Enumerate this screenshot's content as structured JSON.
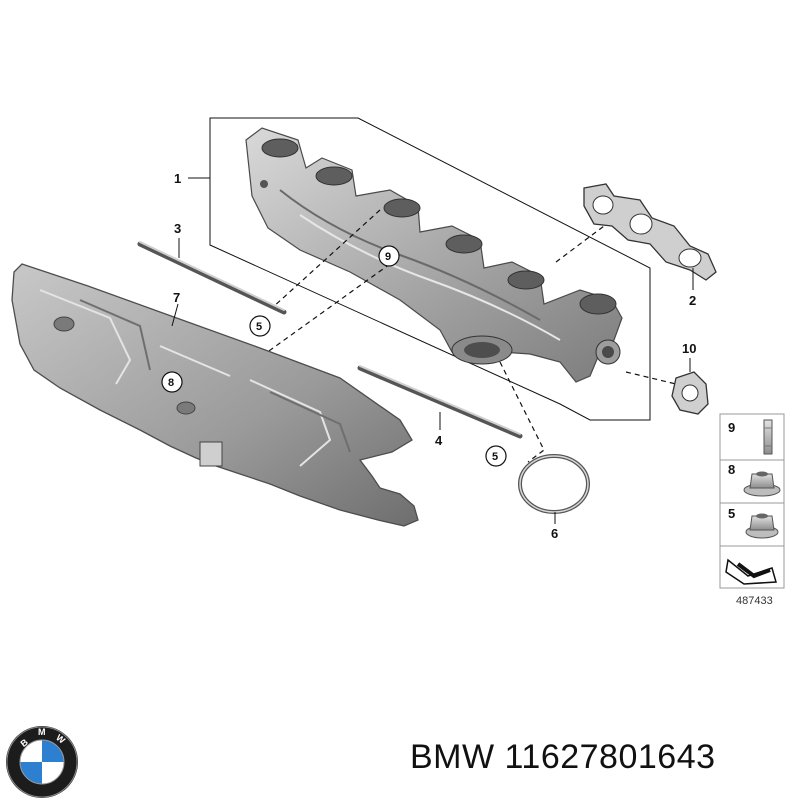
{
  "callouts": {
    "c1": "1",
    "c2": "2",
    "c3": "3",
    "c4": "4",
    "c5a": "5",
    "c5b": "5",
    "c6": "6",
    "c7": "7",
    "c8": "8",
    "c9": "9",
    "c10": "10"
  },
  "legend": {
    "items": [
      {
        "number": "9",
        "icon": "stud-icon"
      },
      {
        "number": "8",
        "icon": "flange-nut-icon"
      },
      {
        "number": "5",
        "icon": "hex-nut-icon"
      }
    ],
    "diagram_id": "487433"
  },
  "logo": {
    "letters": "BMW"
  },
  "brand": {
    "part_label": "BMW 11627801643"
  }
}
